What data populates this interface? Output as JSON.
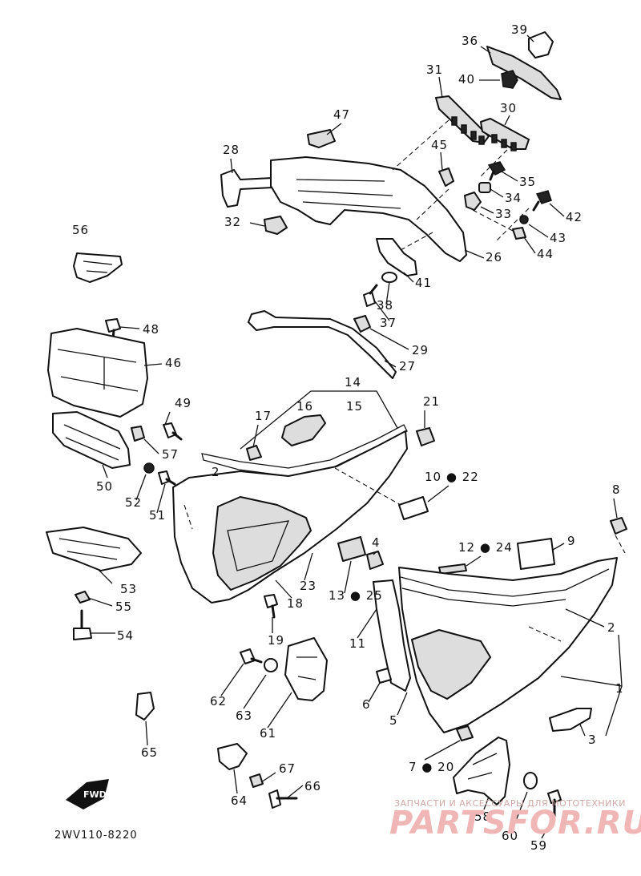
{
  "diagram": {
    "code": "2WV110-8220",
    "fwd_label": "FWD",
    "watermark_line1": "ЗАПЧАСТИ И АКСЕССУАРЫ ДЛЯ МОТОТЕХНИКИ",
    "watermark_line2": "PARTSFOR.RU",
    "callouts": {
      "c1": "1",
      "c2a": "2",
      "c2b": "2",
      "c3": "3",
      "c4": "4",
      "c5": "5",
      "c6": "6",
      "c7_20": "7 ● 20",
      "c8": "8",
      "c9": "9",
      "c10_22": "10 ● 22",
      "c11": "11",
      "c12_24": "12 ● 24",
      "c13_25": "13 ● 25",
      "c14": "14",
      "c15": "15",
      "c16": "16",
      "c17": "17",
      "c18": "18",
      "c19": "19",
      "c21": "21",
      "c23": "23",
      "c26": "26",
      "c27": "27",
      "c28": "28",
      "c29": "29",
      "c30": "30",
      "c31": "31",
      "c32": "32",
      "c33": "33",
      "c34": "34",
      "c35": "35",
      "c36": "36",
      "c37": "37",
      "c38": "38",
      "c39": "39",
      "c40": "40",
      "c41": "41",
      "c42": "42",
      "c43": "43",
      "c44": "44",
      "c45": "45",
      "c46": "46",
      "c47": "47",
      "c48": "48",
      "c49": "49",
      "c50": "50",
      "c51": "51",
      "c52": "52",
      "c53": "53",
      "c54": "54",
      "c55": "55",
      "c56": "56",
      "c57": "57",
      "c58": "58",
      "c59": "59",
      "c60": "60",
      "c61": "61",
      "c62": "62",
      "c63": "63",
      "c64": "64",
      "c65": "65",
      "c66": "66",
      "c67": "67"
    }
  }
}
